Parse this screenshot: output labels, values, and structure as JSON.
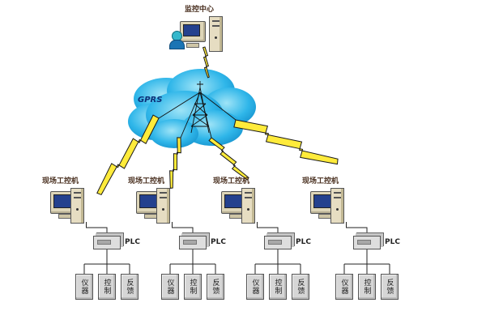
{
  "top": {
    "label": "监控中心"
  },
  "cloud": {
    "label": "GPRS"
  },
  "plc_label": "PLC",
  "stations": [
    {
      "label": "现场工控机",
      "devices": [
        "仪器",
        "控制",
        "反馈"
      ]
    },
    {
      "label": "现场工控机",
      "devices": [
        "仪器",
        "控制",
        "反馈"
      ]
    },
    {
      "label": "现场工控机",
      "devices": [
        "仪器",
        "控制",
        "反馈"
      ]
    },
    {
      "label": "现场工控机",
      "devices": [
        "仪器",
        "控制",
        "反馈"
      ]
    }
  ]
}
